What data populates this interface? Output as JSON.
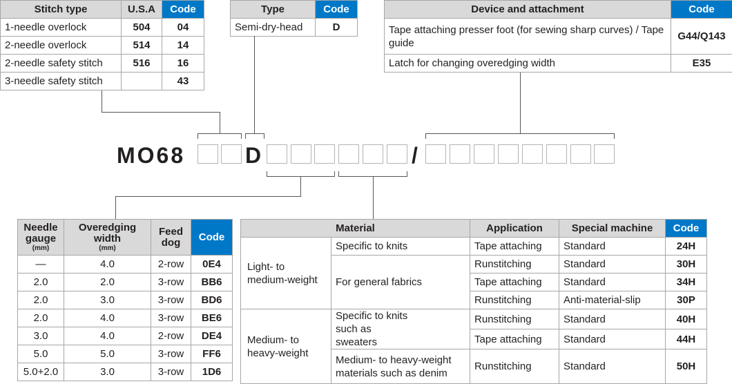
{
  "stitch_table": {
    "headers": {
      "type": "Stitch type",
      "usa": "U.S.A",
      "code": "Code"
    },
    "rows": [
      {
        "type": "1-needle overlock",
        "usa": "504",
        "code": "04"
      },
      {
        "type": "2-needle overlock",
        "usa": "514",
        "code": "14"
      },
      {
        "type": "2-needle safety stitch",
        "usa": "516",
        "code": "16"
      },
      {
        "type": "3-needle safety stitch",
        "usa": "",
        "code": "43"
      }
    ]
  },
  "type_table": {
    "headers": {
      "type": "Type",
      "code": "Code"
    },
    "rows": [
      {
        "type": "Semi-dry-head",
        "code": "D"
      }
    ]
  },
  "device_table": {
    "headers": {
      "device": "Device and attachment",
      "code": "Code"
    },
    "rows": [
      {
        "device": "Tape attaching presser foot (for sewing sharp curves) / Tape guide",
        "code": "G44/Q143"
      },
      {
        "device": "Latch for changing overedging width",
        "code": "E35"
      }
    ]
  },
  "model": {
    "prefix": "MO68",
    "type_letter": "D",
    "slash": "/"
  },
  "gauge_table": {
    "headers": {
      "needle": "Needle gauge",
      "needle_unit": "(mm)",
      "width": "Overedging width",
      "width_unit": "(mm)",
      "feed": "Feed dog",
      "code": "Code"
    },
    "rows": [
      {
        "needle": "—",
        "width": "4.0",
        "feed": "2-row",
        "code": "0E4"
      },
      {
        "needle": "2.0",
        "width": "2.0",
        "feed": "3-row",
        "code": "BB6"
      },
      {
        "needle": "2.0",
        "width": "3.0",
        "feed": "3-row",
        "code": "BD6"
      },
      {
        "needle": "2.0",
        "width": "4.0",
        "feed": "3-row",
        "code": "BE6"
      },
      {
        "needle": "3.0",
        "width": "4.0",
        "feed": "2-row",
        "code": "DE4"
      },
      {
        "needle": "5.0",
        "width": "5.0",
        "feed": "3-row",
        "code": "FF6"
      },
      {
        "needle": "5.0+2.0",
        "width": "3.0",
        "feed": "3-row",
        "code": "1D6"
      }
    ]
  },
  "material_table": {
    "headers": {
      "material": "Material",
      "application": "Application",
      "special": "Special machine",
      "code": "Code"
    },
    "groups": {
      "light": "Light- to medium-weight",
      "medium": "Medium- to heavy-weight"
    },
    "subs": {
      "knits": "Specific to knits",
      "general": "For general fabrics",
      "sweaters": "Specific to knits such as sweaters",
      "denim": "Medium- to heavy-weight materials such as denim"
    },
    "rows": [
      {
        "application": "Tape attaching",
        "special": "Standard",
        "code": "24H"
      },
      {
        "application": "Runstitching",
        "special": "Standard",
        "code": "30H"
      },
      {
        "application": "Tape attaching",
        "special": "Standard",
        "code": "34H"
      },
      {
        "application": "Runstitching",
        "special": "Anti-material-slip",
        "code": "30P"
      },
      {
        "application": "Runstitching",
        "special": "Standard",
        "code": "40H"
      },
      {
        "application": "Tape attaching",
        "special": "Standard",
        "code": "44H"
      },
      {
        "application": "Runstitching",
        "special": "Standard",
        "code": "50H"
      }
    ]
  }
}
